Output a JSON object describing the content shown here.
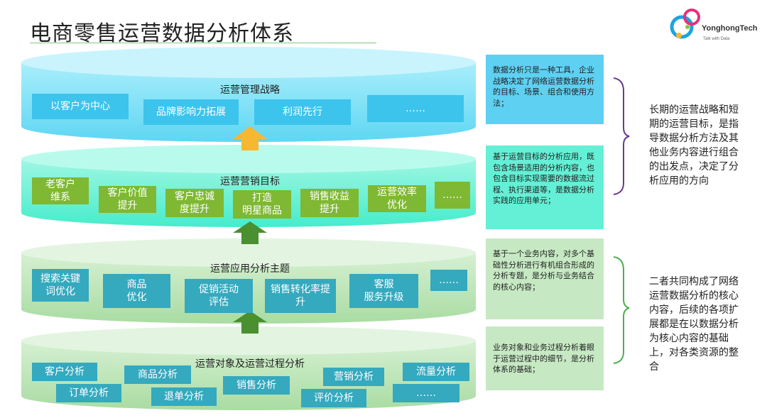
{
  "header": {
    "title": "电商零售运营数据分析体系",
    "logo_text": "YonghongTech",
    "logo_sub": "Talk with Data"
  },
  "layers": [
    {
      "label": "运营管理战略",
      "items": [
        "以客户为中心",
        "品牌影响力拓展",
        "利润先行",
        "……"
      ],
      "note": "数据分析只是一种工具，企业战略决定了网络运营数据分析的目标、场景、组合和使用方法；"
    },
    {
      "label": "运营营销目标",
      "items": [
        "老客户\n维系",
        "客户价值\n提升",
        "客户忠诚\n度提升",
        "打造\n明星商品",
        "销售收益\n提升",
        "运营效率\n优化",
        "……"
      ],
      "note": "基于运营目标的分析应用，既包含场景适用的分析内容，也包含目标实现需要的数据流过程、执行渠道等，是数据分析实践的应用单元；"
    },
    {
      "label": "运营应用分析主题",
      "items": [
        "搜索关键\n词优化",
        "商品\n优化",
        "促销活动\n评估",
        "销售转化率提\n升",
        "客服\n服务升级",
        "……"
      ],
      "note": "基于一个业务内容，对多个基础性分析进行有机组合形成的分析专题，是分析与业务结合的核心内容；"
    },
    {
      "label": "运营对象及运营过程分析",
      "items": [
        "客户分析",
        "订单分析",
        "商品分析",
        "退单分析",
        "销售分析",
        "营销分析",
        "评价分析",
        "流量分析",
        "……"
      ],
      "note": "业务对象和业务过程分析着眼于运营过程中的细节，是分析体系的基础；"
    }
  ],
  "side_notes": {
    "top": "长期的运营战略和短期的运营目标，是指导数据分析方法及其他业务内容进行组合的出发点，决定了分析应用的方向",
    "bottom": "二者共同构成了网络运营数据分析的核心内容，后续的各项扩展都是在以数据分析为核心内容的基础上，对各类资源的整合"
  },
  "colors": {
    "layer1": "#7fe3f8",
    "layer2": "#5ff1d4",
    "layer3": "#b9e3b4",
    "layer4": "#b9e3b4",
    "arrow_up_top": "#f7b731",
    "arrow_up": "#4a8f30",
    "bracket_top": "#6b3a8e",
    "bracket_bottom": "#4caf50"
  }
}
